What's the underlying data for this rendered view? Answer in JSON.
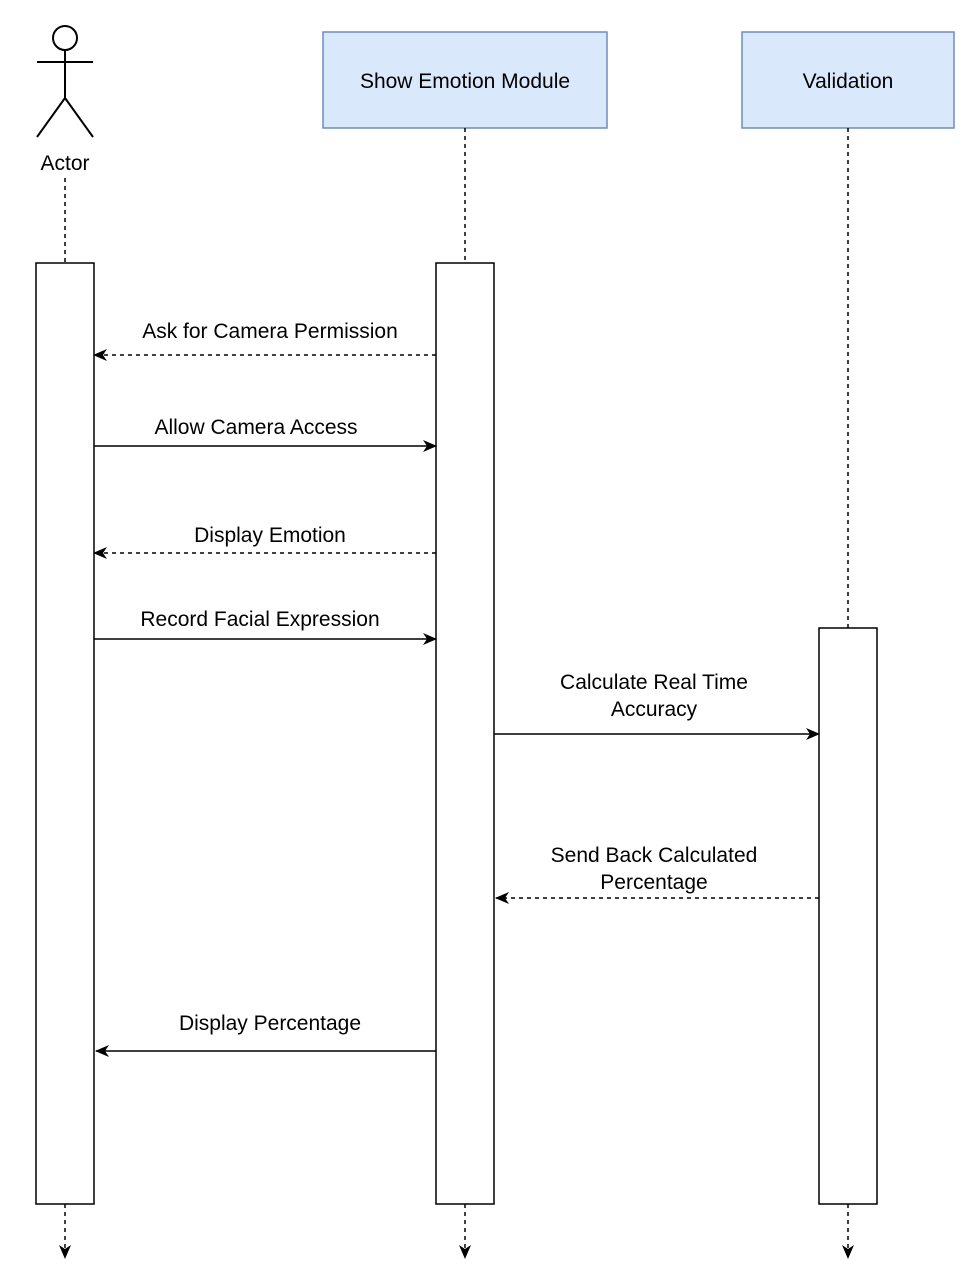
{
  "diagram": {
    "actor": {
      "label": "Actor"
    },
    "participants": [
      {
        "id": "show_emotion",
        "label": "Show Emotion Module"
      },
      {
        "id": "validation",
        "label": "Validation"
      }
    ],
    "messages": [
      {
        "from": "show_emotion",
        "to": "actor",
        "style": "dashed",
        "lines": [
          "Ask for Camera Permission"
        ]
      },
      {
        "from": "actor",
        "to": "show_emotion",
        "style": "solid",
        "lines": [
          "Allow Camera Access"
        ]
      },
      {
        "from": "show_emotion",
        "to": "actor",
        "style": "dashed",
        "lines": [
          "Display Emotion"
        ]
      },
      {
        "from": "actor",
        "to": "show_emotion",
        "style": "solid",
        "lines": [
          "Record Facial Expression"
        ]
      },
      {
        "from": "show_emotion",
        "to": "validation",
        "style": "solid",
        "lines": [
          "Calculate Real Time",
          "Accuracy"
        ]
      },
      {
        "from": "validation",
        "to": "show_emotion",
        "style": "dashed",
        "lines": [
          "Send Back Calculated",
          "Percentage"
        ]
      },
      {
        "from": "show_emotion",
        "to": "actor",
        "style": "solid",
        "lines": [
          "Display Percentage"
        ]
      }
    ],
    "colors": {
      "participant_fill": "#dae8fc",
      "participant_stroke": "#6c8ebf",
      "line": "#000000"
    }
  }
}
